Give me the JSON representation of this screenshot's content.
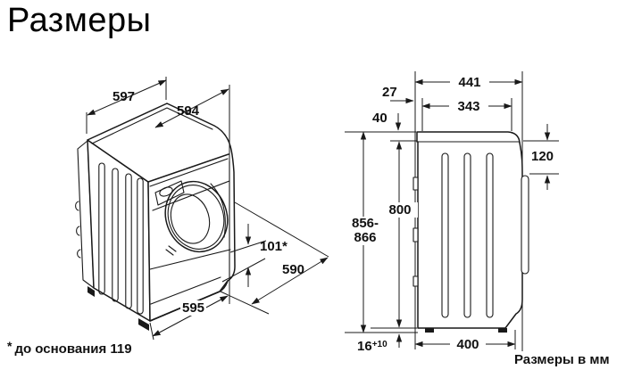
{
  "title": "Размеры",
  "units_label": "Размеры в мм",
  "footnote": {
    "marker": "*",
    "text": "до основания 119"
  },
  "front_view": {
    "dim_top_width": "597",
    "dim_top_inner_width": "594",
    "dim_plinth_height": "101*",
    "dim_depth": "590",
    "dim_bottom_depth": "595"
  },
  "side_view": {
    "dim_overall_depth": "441",
    "dim_lid_depth": "343",
    "dim_rear_offset": "27",
    "dim_top_panel_height": "40",
    "dim_door_top_offset": "120",
    "dim_body_height": "800",
    "dim_overall_height_line1": "856-",
    "dim_overall_height_line2": "866",
    "dim_feet_height": "16",
    "dim_feet_tolerance": "+10",
    "dim_base_depth": "400"
  }
}
